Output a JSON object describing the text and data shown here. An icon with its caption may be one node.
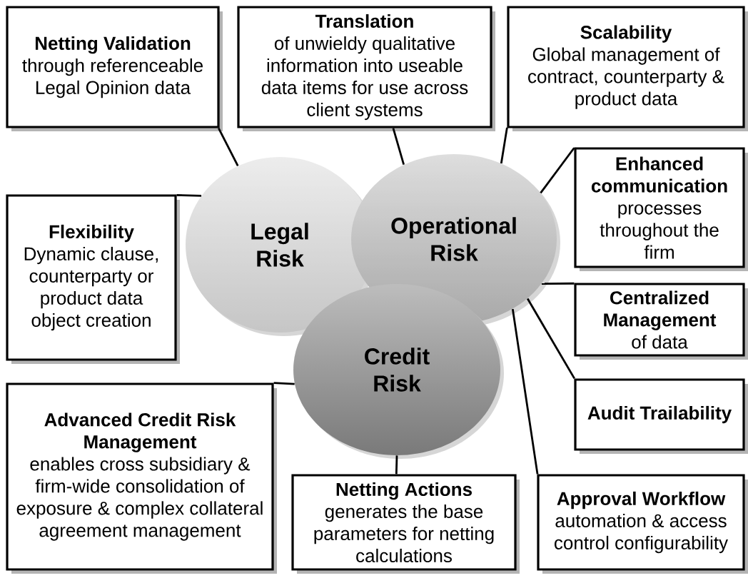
{
  "diagram": {
    "nodes": [
      {
        "text": [
          "Netting Validation",
          "through referenceable Legal Opinion data"
        ]
      },
      {
        "text": [
          "Translation",
          "of unwieldy qualitative information into useable data items for use across client systems"
        ]
      },
      {
        "text": [
          "Scalability",
          "Global management of contract, counterparty & product data"
        ]
      },
      {
        "text": [
          "Enhanced communication",
          "processes throughout the firm"
        ]
      },
      {
        "text": [
          "Flexibility",
          "Dynamic clause, counterparty or product data object creation"
        ]
      },
      {
        "text": [
          "Legal Risk"
        ]
      },
      {
        "text": [
          "Operational Risk"
        ]
      },
      {
        "text": [
          "Centralized Management",
          "of data"
        ]
      },
      {
        "text": [
          "Audit Trailability"
        ]
      },
      {
        "text": [
          "Credit Risk"
        ]
      },
      {
        "text": [
          "Advanced Credit Risk Management",
          "enables cross subsidiary & firm-wide consolidation of exposure & complex collateral agreement management"
        ]
      },
      {
        "text": [
          "Netting Actions",
          "generates the base parameters for netting calculations"
        ]
      },
      {
        "text": [
          "Approval Workflow",
          "automation & access control configurability"
        ]
      }
    ],
    "edges": [
      {
        "from": 0,
        "to": 5,
        "arrow": "none"
      },
      {
        "from": 1,
        "to": 6,
        "arrow": "none"
      },
      {
        "from": 2,
        "to": 6,
        "arrow": "none"
      },
      {
        "from": 3,
        "to": 6,
        "arrow": "none"
      },
      {
        "from": 4,
        "to": 5,
        "arrow": "none"
      },
      {
        "from": 7,
        "to": 6,
        "arrow": "none"
      },
      {
        "from": 8,
        "to": 6,
        "arrow": "none"
      },
      {
        "from": 12,
        "to": 6,
        "arrow": "none"
      },
      {
        "from": 11,
        "to": 9,
        "arrow": "none"
      },
      {
        "from": 10,
        "to": 9,
        "arrow": "none"
      }
    ]
  }
}
